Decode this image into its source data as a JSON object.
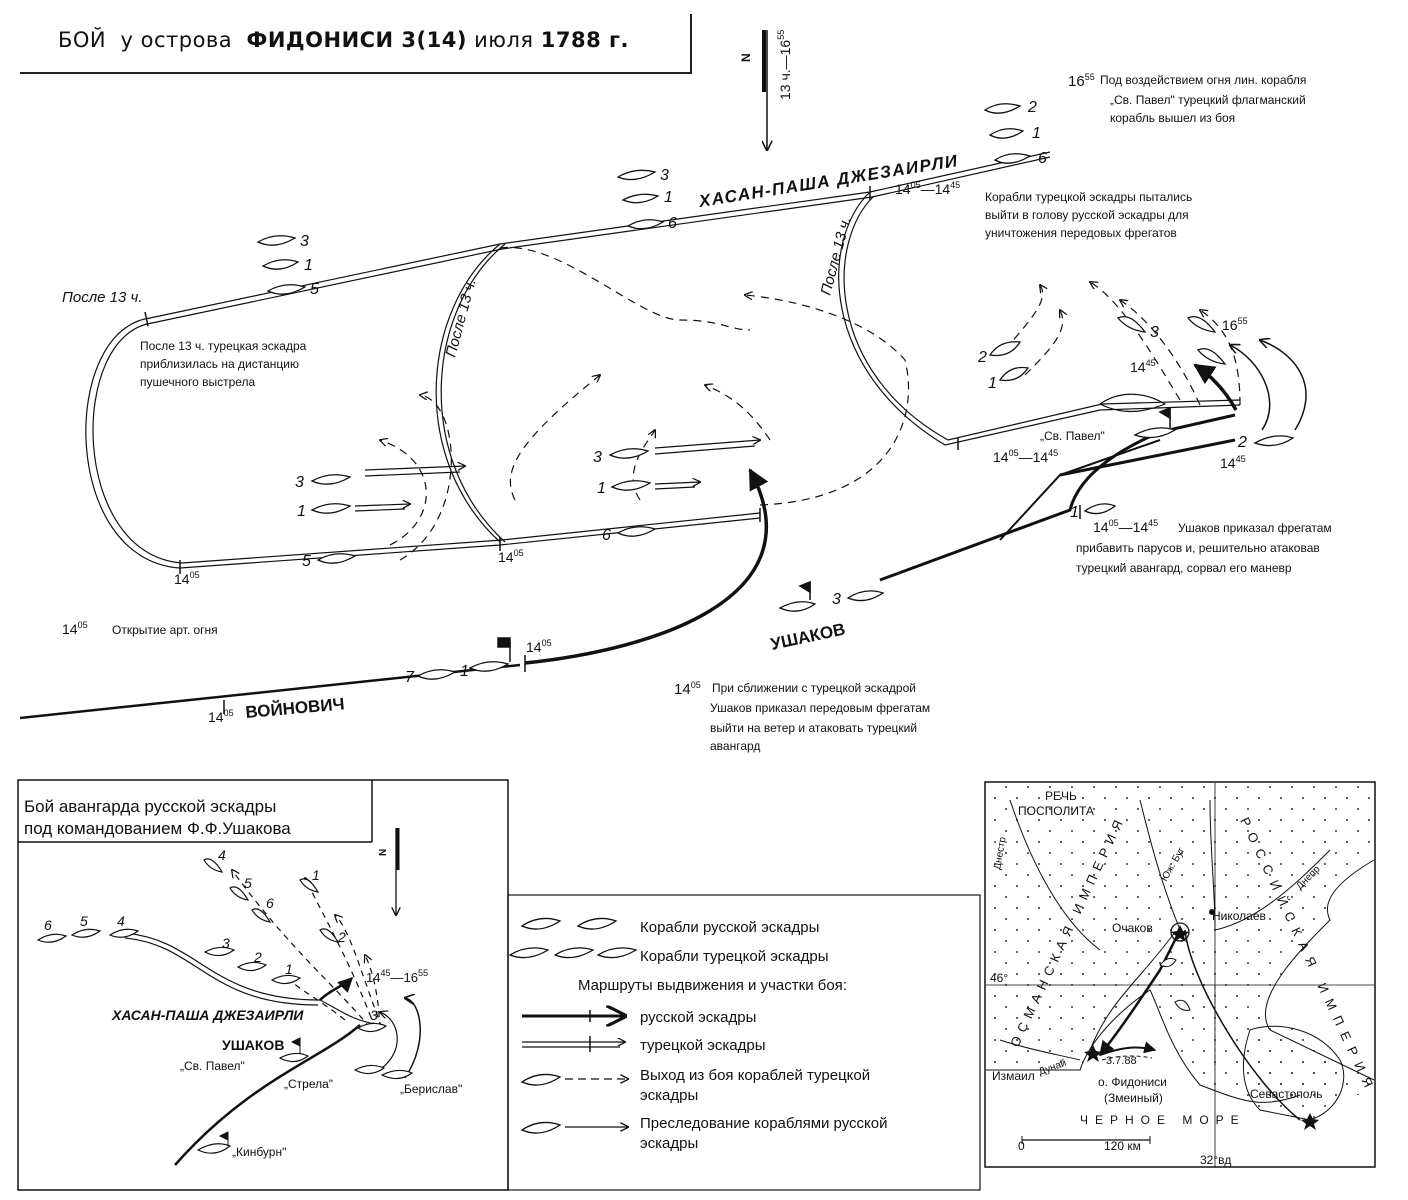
{
  "title": {
    "part1": "БОЙ",
    "part2": "у острова",
    "part3": "ФИДОНИСИ 3(14)",
    "part4": "июля",
    "part5": "1788 г."
  },
  "north": {
    "label": "N",
    "time": "13 ч.—16",
    "time_sup": "55"
  },
  "turkish_fleet_name": "ХАСАН-ПАША ДЖЕЗАИРЛИ",
  "russian_vanguard_name": "УШАКОВ",
  "russian_main_name": "ВОЙНОВИЧ",
  "notes": {
    "n1655_time": "16",
    "n1655_sup": "55",
    "n1655_l1": "Под воздействием огня лин. корабля",
    "n1655_l2": "„Св. Павел\" турецкий флагманский",
    "n1655_l3": "корабль вышел из боя",
    "n1405_1445": "14",
    "n1405_1445_l1": "Корабли турецкой эскадры пытались",
    "n1405_1445_l2": "выйти в голову русской эскадры для",
    "n1405_1445_l3": "уничтожения передовых фрегатов",
    "after13_label": "После 13 ч.",
    "after13_l1": "После 13 ч. турецкая эскадра",
    "after13_l2": "приблизилась на дистанцию",
    "after13_l3": "пушечного выстрела",
    "open_fire_time": "14",
    "open_fire_sup": "05",
    "open_fire": "Открытие арт. огня",
    "approach_time": "14",
    "approach_sup": "05",
    "approach_l1": "При сближении с турецкой эскадрой",
    "approach_l2": "Ушаков приказал передовым фрегатам",
    "approach_l3": "выйти на ветер и атаковать турецкий",
    "approach_l4": "авангард",
    "ushakov_order_l1": "Ушаков приказал фрегатам",
    "ushakov_order_l2": "прибавить парусов и, решительно атаковав",
    "ushakov_order_l3": "турецкий авангард, сорвал его маневр"
  },
  "route_labels": {
    "after13_a": "После 13 ч.",
    "after13_b": "После 13 ч.",
    "sv_pavel": "„Св. Павел\""
  },
  "ship_numbers": [
    "1",
    "2",
    "3",
    "5",
    "6",
    "7"
  ],
  "time_marks": {
    "t14": "14",
    "s05": "05",
    "s45": "45",
    "t16": "16",
    "s55": "55",
    "dash": "—"
  },
  "inset": {
    "title_l1": "Бой авангарда русской эскадры",
    "title_l2": "под командованием Ф.Ф.Ушакова",
    "turkish": "ХАСАН-ПАША ДЖЕЗАИРЛИ",
    "ushakov": "УШАКОВ",
    "sv_pavel": "„Св. Павел\"",
    "strela": "„Стрела\"",
    "berislav": "„Берислав\"",
    "kinburn": "„Кинбурн\"",
    "time": "14",
    "time_sup1": "45",
    "time_mid": "—16",
    "time_sup2": "55",
    "north": "N"
  },
  "legend": {
    "russian_ships": "Корабли русской эскадры",
    "turkish_ships": "Корабли турецкой эскадры",
    "routes_header": "Маршруты выдвижения и участки боя:",
    "russian_route": "русской эскадры",
    "turkish_route": "турецкой эскадры",
    "exit_l1": "Выход из боя кораблей турецкой",
    "exit_l2": "эскадры",
    "pursuit_l1": "Преследование кораблями русской",
    "pursuit_l2": "эскадры"
  },
  "locator": {
    "rech": "РЕЧЬ",
    "pospolita": "ПОСПОЛИТА",
    "dnestr": "Днестр",
    "yuzh_bug": "Юж. Буг",
    "dnepr": "Днепр",
    "ochakov": "Очаков",
    "nikolaev": "Николаев",
    "izmail": "Измаил",
    "dunai": "Дунай",
    "date": "3.7.88",
    "fidonisi": "о. Фидониси",
    "zmeiny": "(Змеиный)",
    "sevastopol": "Севастополь",
    "sea": "ЧЕРНОЕ МОРЕ",
    "scale0": "0",
    "scale120": "120 км",
    "lon": "32°вд",
    "lat": "46°",
    "osman": "ОСМАНСКАЯ ИМПЕРИЯ",
    "ross": "РОССИЙСКАЯ ИМПЕРИЯ"
  }
}
